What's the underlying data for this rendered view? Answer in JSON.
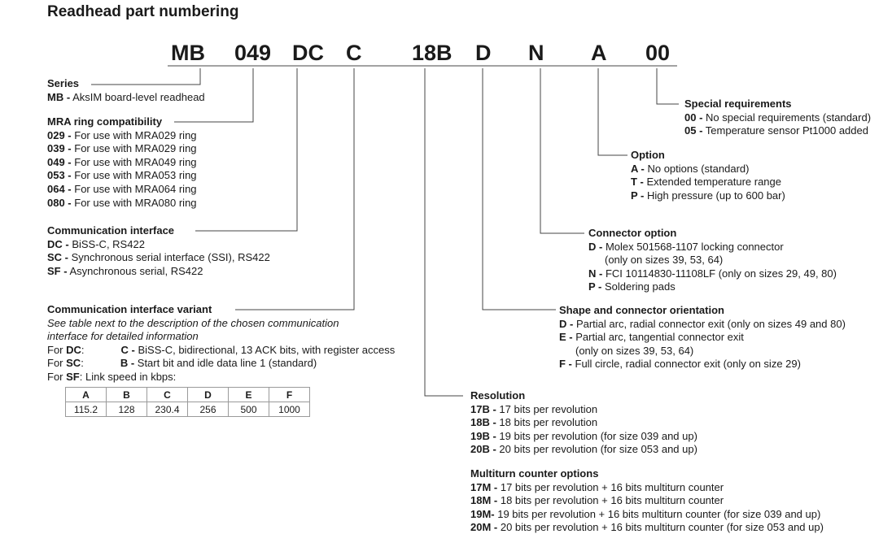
{
  "title": "Readhead part numbering",
  "codes": [
    "MB",
    "049",
    "DC",
    "C",
    "18B",
    "D",
    "N",
    "A",
    "00"
  ],
  "series": {
    "heading": "Series",
    "items": [
      {
        "code": "MB -",
        "text": " AksIM board-level readhead"
      }
    ]
  },
  "ring": {
    "heading": "MRA ring compatibility",
    "items": [
      {
        "code": "029 -",
        "text": " For use with MRA029 ring"
      },
      {
        "code": "039 -",
        "text": " For use with MRA029 ring"
      },
      {
        "code": "049 -",
        "text": " For use with MRA049 ring"
      },
      {
        "code": "053 -",
        "text": " For use with MRA053 ring"
      },
      {
        "code": "064 -",
        "text": " For use with MRA064 ring"
      },
      {
        "code": "080 -",
        "text": " For use with MRA080 ring"
      }
    ]
  },
  "comm": {
    "heading": "Communication interface",
    "items": [
      {
        "code": "DC -",
        "text": " BiSS-C, RS422"
      },
      {
        "code": "SC -",
        "text": " Synchronous serial interface (SSI), RS422"
      },
      {
        "code": "SF -",
        "text": " Asynchronous serial, RS422"
      }
    ]
  },
  "variant": {
    "heading": "Communication interface variant",
    "note1": "See table next to the description of the chosen communication",
    "note2": "interface for detailed information",
    "dc_prefix": "For ",
    "dc_code": "DC",
    "dc_colon": ":",
    "dc_var": "C -",
    "dc_text": " BiSS-C, bidirectional, 13 ACK bits, with register access",
    "sc_prefix": "For ",
    "sc_code": "SC",
    "sc_colon": ":",
    "sc_var": "B -",
    "sc_text": " Start bit and idle data line 1 (standard)",
    "sf_prefix": "For ",
    "sf_code": "SF",
    "sf_text": ": Link speed in kbps:",
    "table": {
      "headers": [
        "A",
        "B",
        "C",
        "D",
        "E",
        "F"
      ],
      "values": [
        "115.2",
        "128",
        "230.4",
        "256",
        "500",
        "1000"
      ]
    }
  },
  "resolution": {
    "heading": "Resolution",
    "items": [
      {
        "code": "17B -",
        "text": " 17 bits per revolution"
      },
      {
        "code": "18B -",
        "text": " 18 bits per revolution"
      },
      {
        "code": "19B -",
        "text": " 19 bits per revolution (for size 039 and up)"
      },
      {
        "code": "20B -",
        "text": " 20 bits per revolution (for size 053 and up)"
      }
    ]
  },
  "multiturn": {
    "heading": "Multiturn counter options",
    "items": [
      {
        "code": "17M -",
        "text": " 17 bits per revolution + 16 bits multiturn counter"
      },
      {
        "code": "18M -",
        "text": " 18 bits per revolution + 16 bits multiturn counter"
      },
      {
        "code": "19M-",
        "text": " 19 bits per revolution + 16 bits multiturn counter (for size 039 and up)"
      },
      {
        "code": "20M -",
        "text": " 20 bits per revolution + 16 bits multiturn counter (for size 053 and up)"
      }
    ]
  },
  "shape": {
    "heading": "Shape and connector orientation",
    "items": [
      {
        "code": "D -",
        "text": " Partial arc, radial connector exit (only on sizes 49 and 80)"
      },
      {
        "code": "E -",
        "text": " Partial arc, tangential connector exit"
      },
      {
        "code": "",
        "text": "(only on sizes 39, 53, 64)",
        "indent": true
      },
      {
        "code": "F -",
        "text": " Full circle, radial connector exit (only on size 29)"
      }
    ]
  },
  "connector": {
    "heading": "Connector option",
    "items": [
      {
        "code": "D -",
        "text": " Molex 501568-1107 locking connector"
      },
      {
        "code": "",
        "text": "(only on sizes 39, 53, 64)",
        "indent": true
      },
      {
        "code": "N -",
        "text": " FCI 10114830-11108LF (only on sizes 29, 49, 80)"
      },
      {
        "code": "P -",
        "text": " Soldering pads"
      }
    ]
  },
  "option": {
    "heading": "Option",
    "items": [
      {
        "code": "A -",
        "text": " No options (standard)"
      },
      {
        "code": "T -",
        "text": " Extended temperature range"
      },
      {
        "code": "P -",
        "text": " High pressure (up to 600 bar)"
      }
    ]
  },
  "special": {
    "heading": "Special requirements",
    "items": [
      {
        "code": "00 -",
        "text": " No special requirements (standard)"
      },
      {
        "code": "05 -",
        "text": " Temperature sensor Pt1000 added"
      }
    ]
  }
}
